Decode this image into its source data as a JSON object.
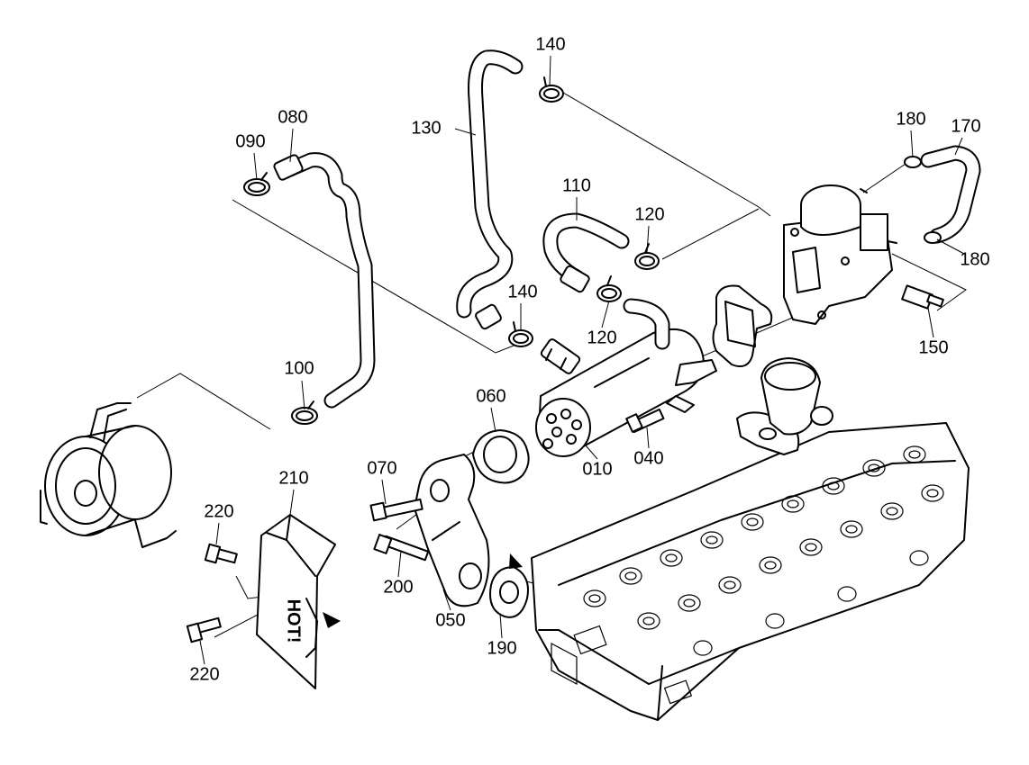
{
  "callouts": {
    "p010": "010",
    "p040": "040",
    "p050": "050",
    "p060": "060",
    "p070": "070",
    "p080": "080",
    "p090": "090",
    "p100": "100",
    "p110": "110",
    "p120a": "120",
    "p120b": "120",
    "p130": "130",
    "p140a": "140",
    "p140b": "140",
    "p150": "150",
    "p170": "170",
    "p180a": "180",
    "p180b": "180",
    "p190": "190",
    "p200": "200",
    "p210": "210",
    "p220a": "220",
    "p220b": "220"
  },
  "shield_text": "HOT!"
}
